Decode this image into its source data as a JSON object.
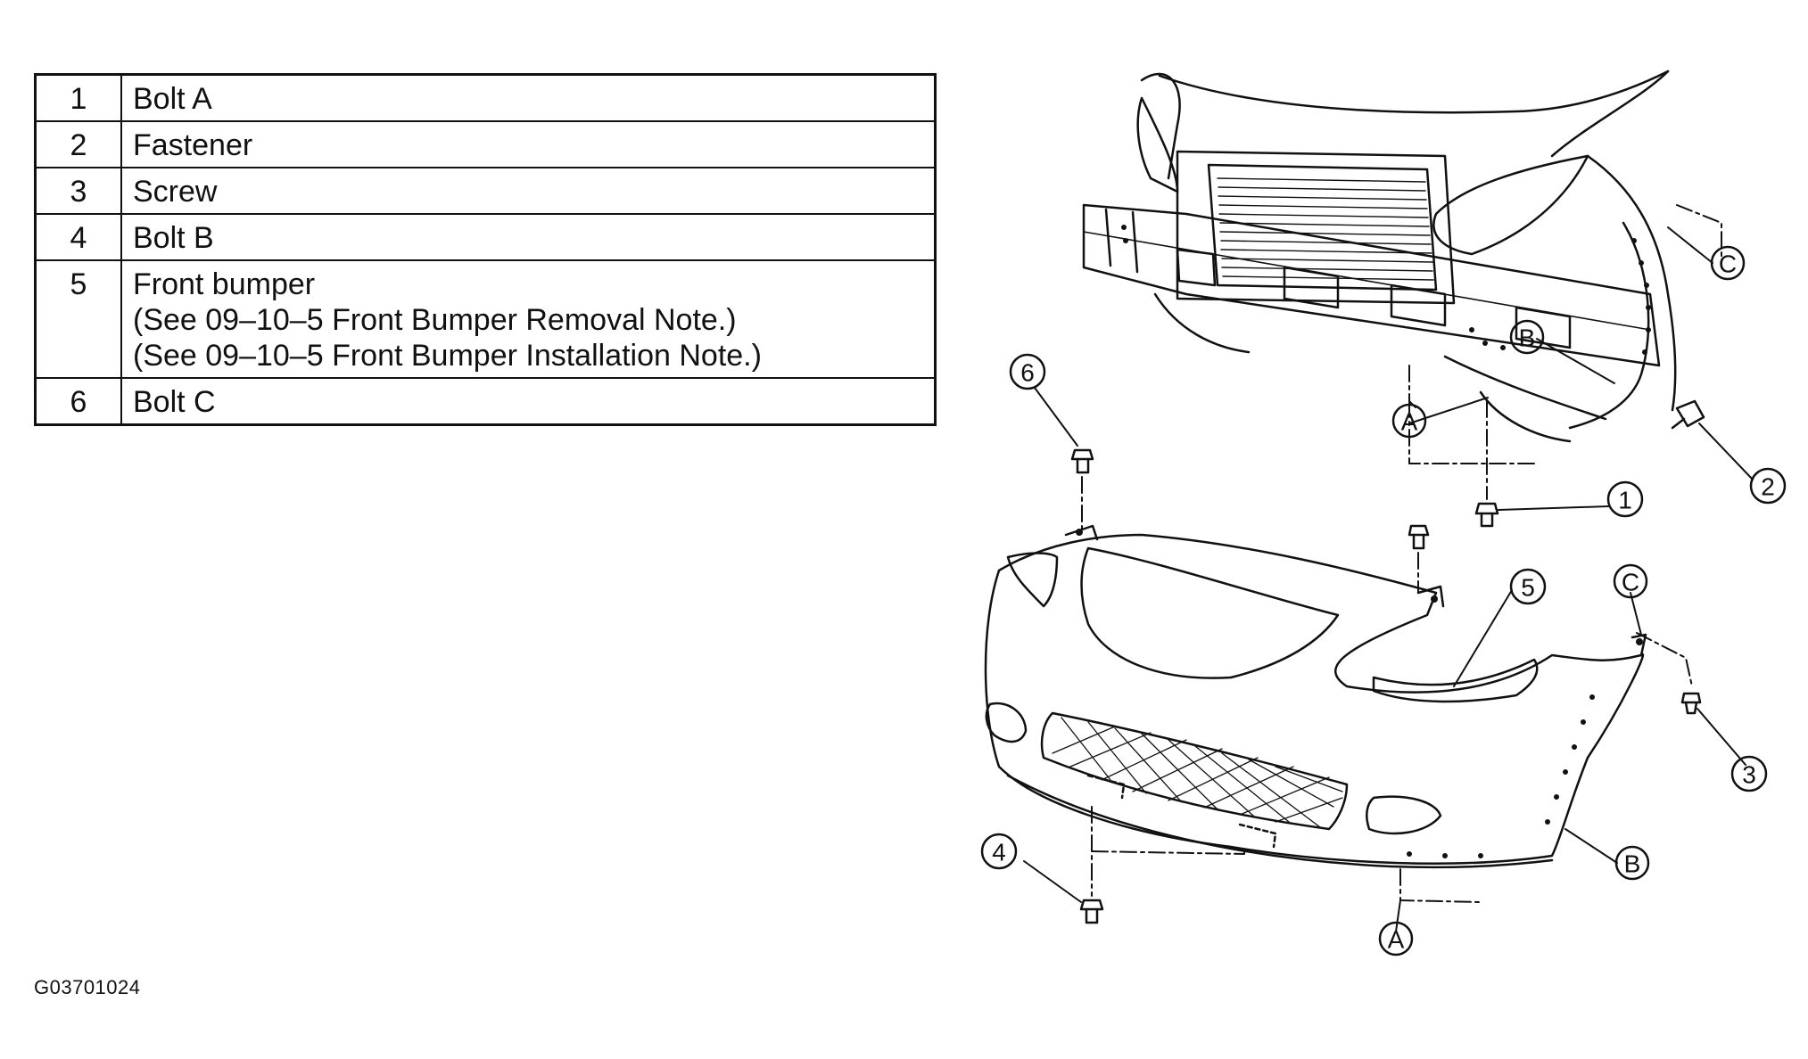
{
  "legend": {
    "rows": [
      {
        "num": "1",
        "lines": [
          "Bolt A"
        ]
      },
      {
        "num": "2",
        "lines": [
          "Fastener"
        ]
      },
      {
        "num": "3",
        "lines": [
          "Screw"
        ]
      },
      {
        "num": "4",
        "lines": [
          "Bolt B"
        ]
      },
      {
        "num": "5",
        "lines": [
          "Front bumper",
          "(See 09–10–5 Front Bumper Removal Note.)",
          "(See 09–10–5 Front Bumper Installation Note.)"
        ]
      },
      {
        "num": "6",
        "lines": [
          "Bolt C"
        ]
      }
    ]
  },
  "figure_code": "G03701024",
  "callouts": {
    "c1": "1",
    "c2": "2",
    "c3": "3",
    "c4": "4",
    "c5": "5",
    "c6": "6",
    "cA_top": "A",
    "cA_bottom": "A",
    "cB_top": "B",
    "cB_bottom": "B",
    "cC_top": "C",
    "cC_bottom": "C"
  }
}
